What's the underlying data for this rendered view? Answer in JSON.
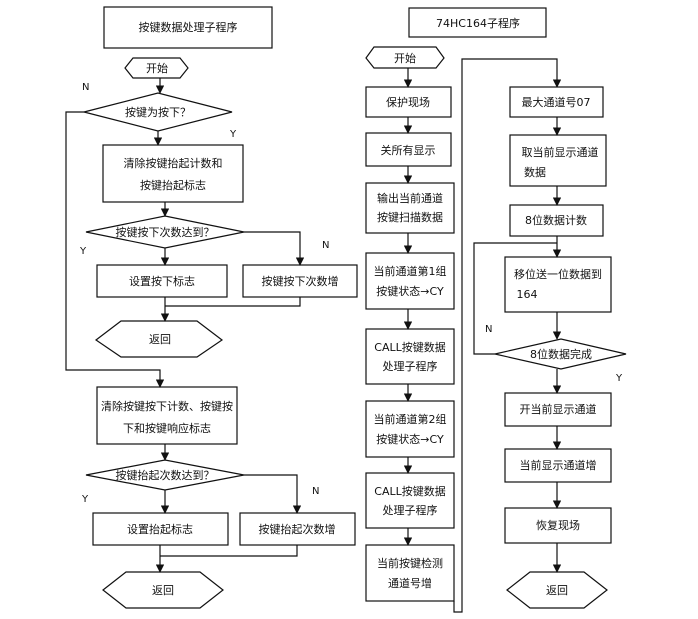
{
  "flowchart_left": {
    "title": "按键数据处理子程序",
    "start": "开始",
    "q_pressed": "按键为按下？",
    "clear_release": [
      "清除按键抬起计数和",
      "按键抬起标志"
    ],
    "q_press_count": "按键按下次数达到？",
    "set_press_flag": "设置按下标志",
    "press_count_inc": "按键按下次数增",
    "return_1": "返回",
    "clear_press": [
      "清除按键按下计数、按键按",
      "下和按键响应标志"
    ],
    "q_release_count": "按键抬起次数达到？",
    "set_release_flag": "设置抬起标志",
    "release_count_inc": "按键抬起次数增",
    "return_2": "返回"
  },
  "flowchart_middle": {
    "title": "74HC164子程序",
    "start": "开始",
    "save_context": "保护现场",
    "all_display_off": "关所有显示",
    "output_scan": [
      "输出当前通道",
      "按键扫描数据"
    ],
    "ch1_to_cy": [
      "当前通道第1组",
      "按键状态→CY"
    ],
    "call_1": [
      "CALL按键数据",
      "处理子程序"
    ],
    "ch2_to_cy": [
      "当前通道第2组",
      "按键状态→CY"
    ],
    "call_2": [
      "CALL按键数据",
      "处理子程序"
    ],
    "detect_channel_inc": [
      "当前按键检测",
      "通道号增"
    ]
  },
  "flowchart_right": {
    "max_channel": "最大通道号07",
    "fetch_display": [
      "取当前显示通道",
      "数据"
    ],
    "bit_count": "8位数据计数",
    "shift_out": [
      "移位送一位数据到",
      "164"
    ],
    "q_done": "8位数据完成",
    "open_display": "开当前显示通道",
    "display_channel_inc": "当前显示通道增",
    "restore_context": "恢复现场",
    "return": "返回"
  },
  "branch_labels": {
    "yes": "Y",
    "no": "N"
  }
}
